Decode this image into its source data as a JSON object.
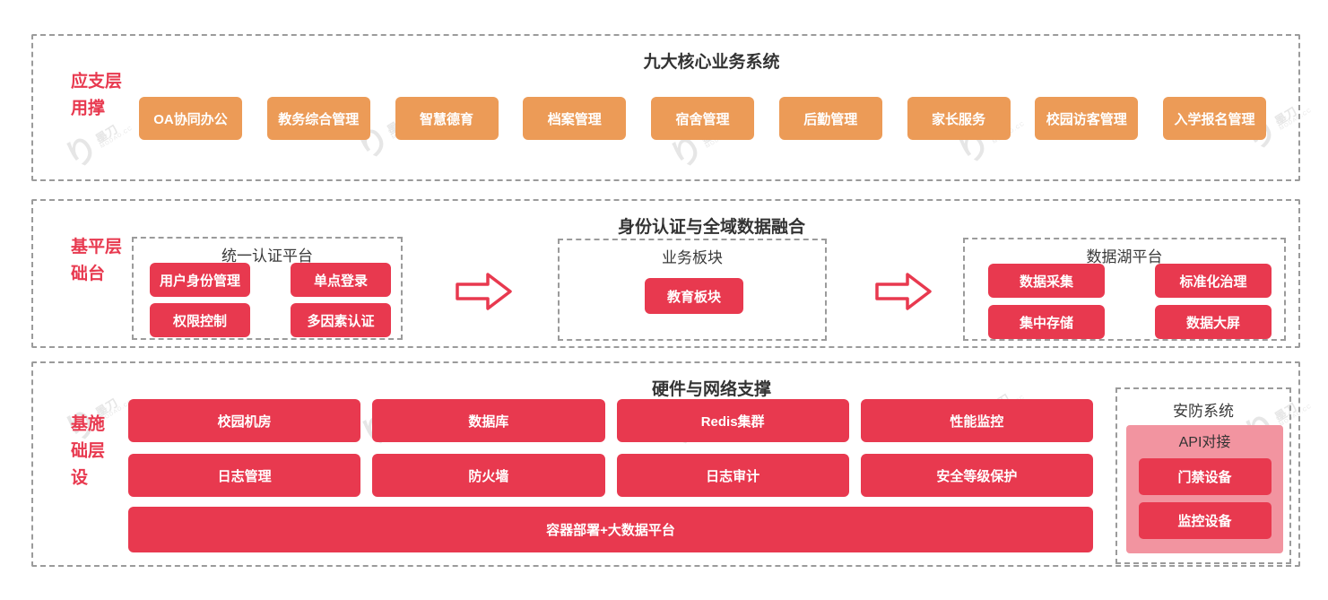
{
  "colors": {
    "accent_red": "#e8394f",
    "accent_orange": "#ec9b57",
    "panel_pink": "#f294a0",
    "dash_border": "#9b9b9b",
    "title_text": "#333333"
  },
  "watermark": {
    "logo_glyph": "り",
    "name": "墨刀",
    "site": "MODAO.CC"
  },
  "layers": {
    "app": {
      "label": "应用支撑层",
      "title": "九大核心业务系统",
      "buttons": [
        "OA协同办公",
        "教务综合管理",
        "智慧德育",
        "档案管理",
        "宿舍管理",
        "后勤管理",
        "家长服务",
        "校园访客管理",
        "入学报名管理"
      ]
    },
    "platform": {
      "label": "基础平台层",
      "title": "身份认证与全域数据融合",
      "auth": {
        "title": "统一认证平台",
        "buttons": [
          "用户身份管理",
          "单点登录",
          "权限控制",
          "多因素认证"
        ]
      },
      "business": {
        "title": "业务板块",
        "buttons": [
          "教育板块"
        ]
      },
      "datalake": {
        "title": "数据湖平台",
        "buttons": [
          "数据采集",
          "标准化治理",
          "集中存储",
          "数据大屏"
        ]
      }
    },
    "infra": {
      "label": "基础设施层",
      "title": "硬件与网络支撑",
      "grid": [
        "校园机房",
        "数据库",
        "Redis集群",
        "性能监控",
        "日志管理",
        "防火墙",
        "日志审计",
        "安全等级保护"
      ],
      "wide": "容器部署+大数据平台",
      "security": {
        "title": "安防系统",
        "api_title": "API对接",
        "buttons": [
          "门禁设备",
          "监控设备"
        ]
      }
    }
  }
}
